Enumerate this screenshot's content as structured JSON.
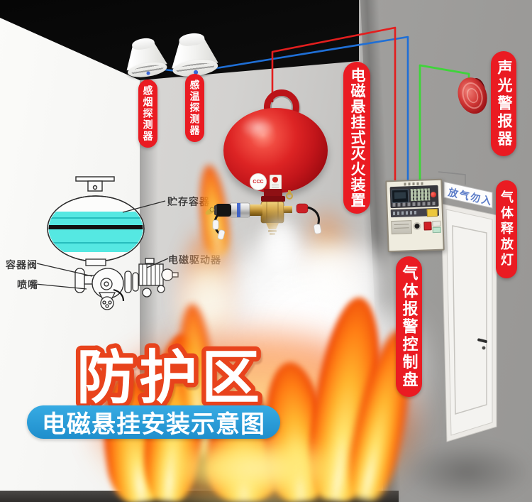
{
  "labels": {
    "smoke_detector": "感烟探测器",
    "heat_detector": "感温探测器",
    "suspension_device": "电磁悬挂式灭火装置",
    "sound_light_alarm": "声光警报器",
    "gas_alarm_control_panel": "气体报警控制盘",
    "gas_release_lamp": "气体释放灯"
  },
  "door": {
    "sign": "放气勿入"
  },
  "diagram": {
    "storage_container": "贮存容器",
    "container_valve": "容器阀",
    "nozzle": "喷嘴",
    "solenoid_driver": "电磁驱动器"
  },
  "heading": {
    "protection_zone": "防护区",
    "subtitle": "电磁悬挂安装示意图"
  },
  "extinguisher": {
    "cert_mark": "CCC"
  },
  "colors": {
    "label_red": "#ea1b22",
    "pill_blue": "#29a0dc",
    "title_stroke": "#e8431c",
    "wire_red": "#e31e1e",
    "wire_blue": "#1f6fd6",
    "wire_green": "#3fd43a",
    "tank_fill_cyan": "#57e9e3",
    "extinguisher_red": "#d8211f",
    "door_sign_blue": "#5b7cc8"
  }
}
